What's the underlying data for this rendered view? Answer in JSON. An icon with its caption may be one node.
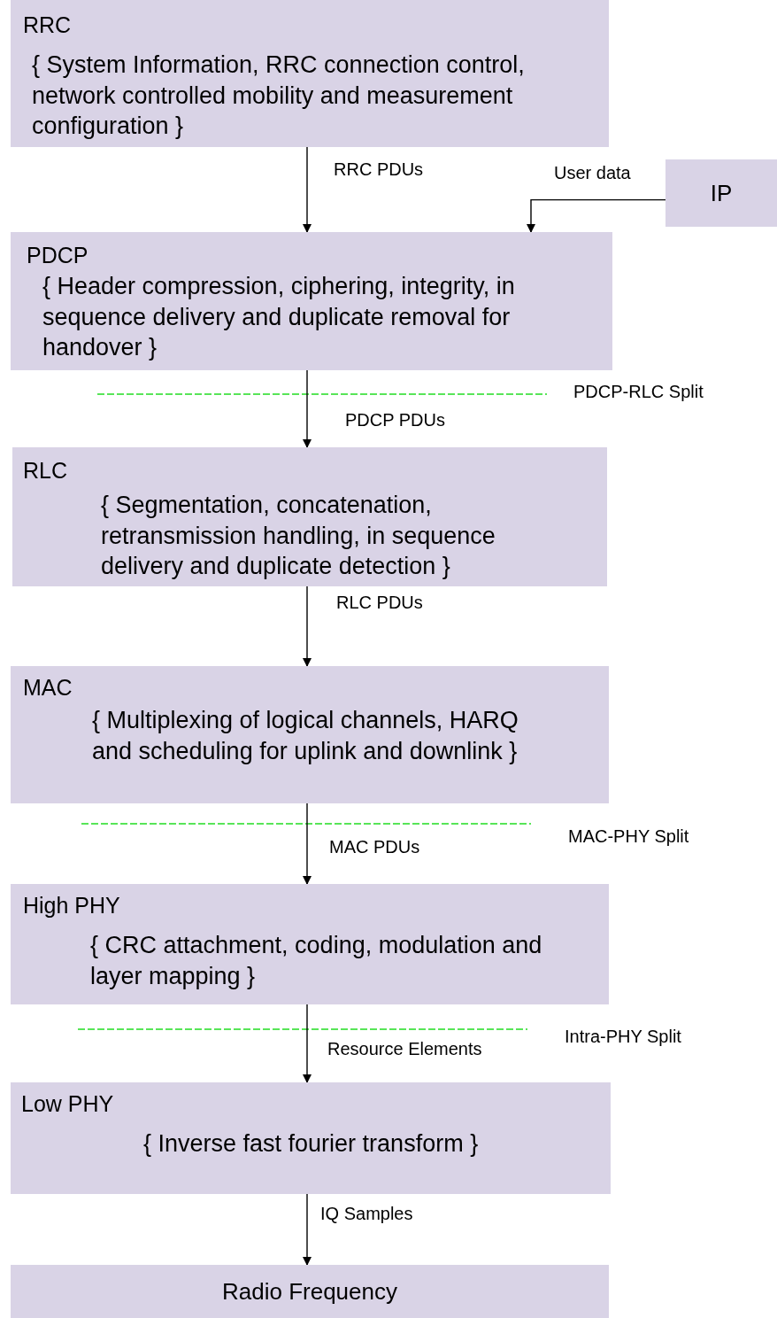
{
  "diagram": {
    "nodes": [
      {
        "text": [
          "RRC",
          "{ System Information,  RRC connection control, network controlled mobility and measurement configuration }"
        ]
      },
      {
        "text": [
          "IP"
        ]
      },
      {
        "text": [
          "PDCP",
          "{ Header compression, ciphering, integrity, in sequence delivery and duplicate removal for handover }"
        ]
      },
      {
        "text": [
          "RLC",
          "{ Segmentation, concatenation, retransmission handling, in sequence delivery and duplicate detection }"
        ]
      },
      {
        "text": [
          "MAC",
          "{ Multiplexing of logical channels, HARQ and scheduling for uplink and downlink }"
        ]
      },
      {
        "text": [
          "High PHY",
          "{ CRC attachment, coding, modulation and layer mapping  }"
        ]
      },
      {
        "text": [
          "Low PHY",
          "{ Inverse fast fourier transform }"
        ]
      },
      {
        "text": [
          "Radio Frequency"
        ]
      }
    ],
    "edges": [
      {
        "from": 0,
        "to": 2,
        "arrow": "to",
        "label": "RRC PDUs"
      },
      {
        "from": 1,
        "to": 2,
        "arrow": "to",
        "label": "User data"
      },
      {
        "from": 2,
        "to": 3,
        "arrow": "to",
        "label": "PDCP PDUs"
      },
      {
        "from": 3,
        "to": 4,
        "arrow": "to",
        "label": "RLC PDUs"
      },
      {
        "from": 4,
        "to": 5,
        "arrow": "to",
        "label": "MAC PDUs"
      },
      {
        "from": 5,
        "to": 6,
        "arrow": "to",
        "label": "Resource Elements"
      },
      {
        "from": 6,
        "to": 7,
        "arrow": "to",
        "label": "IQ Samples"
      }
    ],
    "labels": [
      "PDCP-RLC Split",
      "MAC-PHY Split",
      "Intra-PHY Split"
    ]
  }
}
